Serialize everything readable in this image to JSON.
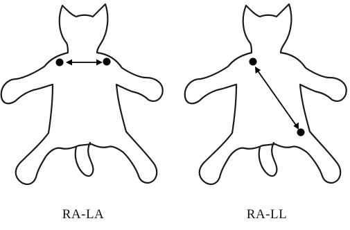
{
  "colors": {
    "outline": "#1a1a1a",
    "electrode": "#000000",
    "arrow": "#000000",
    "background": "#ffffff"
  },
  "figures": [
    {
      "caption": "RA-LA",
      "electrodes": [
        "RA",
        "LA"
      ]
    },
    {
      "caption": "RA-LL",
      "electrodes": [
        "RA",
        "LL"
      ]
    }
  ]
}
